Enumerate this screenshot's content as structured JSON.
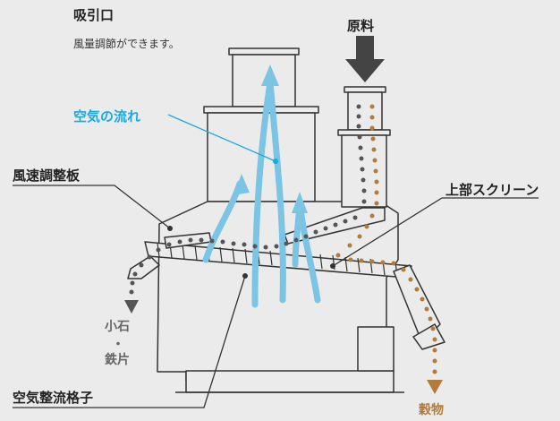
{
  "labels": {
    "suction_port": "吸引口",
    "suction_port_note": "風量調節ができます。",
    "raw_material": "原料",
    "air_flow": "空気の流れ",
    "air_speed_plate": "風速調整板",
    "upper_screen": "上部スクリーン",
    "stones": "小石",
    "separator_dot": "・",
    "iron_pieces": "鉄片",
    "air_straightening_grid": "空気整流格子",
    "grain": "穀物"
  },
  "colors": {
    "background": "#ebebeb",
    "outline": "#333333",
    "air_arrow": "#7cc4e4",
    "air_label": "#1aa9e1",
    "raw_material_arrow": "#444444",
    "debris_dots": "#555555",
    "grain_dots": "#b27b3b"
  },
  "icons": [
    "raw-material-down-arrow",
    "air-flow-arrow",
    "debris-outlet-arrow",
    "grain-outlet-arrow"
  ]
}
